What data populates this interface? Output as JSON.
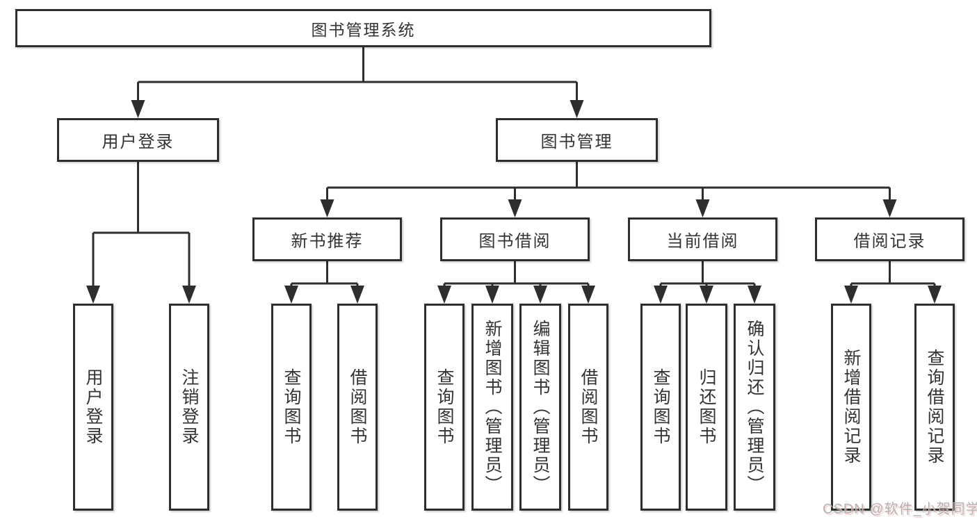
{
  "watermark": "CSDN @软件_小贺同学",
  "colors": {
    "line": "#2e2e2e",
    "box_border": "#2e2e2e",
    "text": "#333333",
    "background": "#ffffff",
    "watermark_text": "#b3b3b3"
  },
  "tree": {
    "root": {
      "label": "图书管理系统"
    },
    "branches": [
      {
        "label": "用户登录",
        "children": [
          {
            "label": "用户登录"
          },
          {
            "label": "注销登录"
          }
        ]
      },
      {
        "label": "图书管理",
        "children": [
          {
            "label": "新书推荐",
            "children": [
              {
                "label": "查询图书"
              },
              {
                "label": "借阅图书"
              }
            ]
          },
          {
            "label": "图书借阅",
            "children": [
              {
                "label": "查询图书"
              },
              {
                "label": "新增图书（管理员）"
              },
              {
                "label": "编辑图书（管理员）"
              },
              {
                "label": "借阅图书"
              }
            ]
          },
          {
            "label": "当前借阅",
            "children": [
              {
                "label": "查询图书"
              },
              {
                "label": "归还图书"
              },
              {
                "label": "确认归还（管理员）"
              }
            ]
          },
          {
            "label": "借阅记录",
            "children": [
              {
                "label": "新增借阅记录"
              },
              {
                "label": "查询借阅记录"
              }
            ]
          }
        ]
      }
    ]
  }
}
